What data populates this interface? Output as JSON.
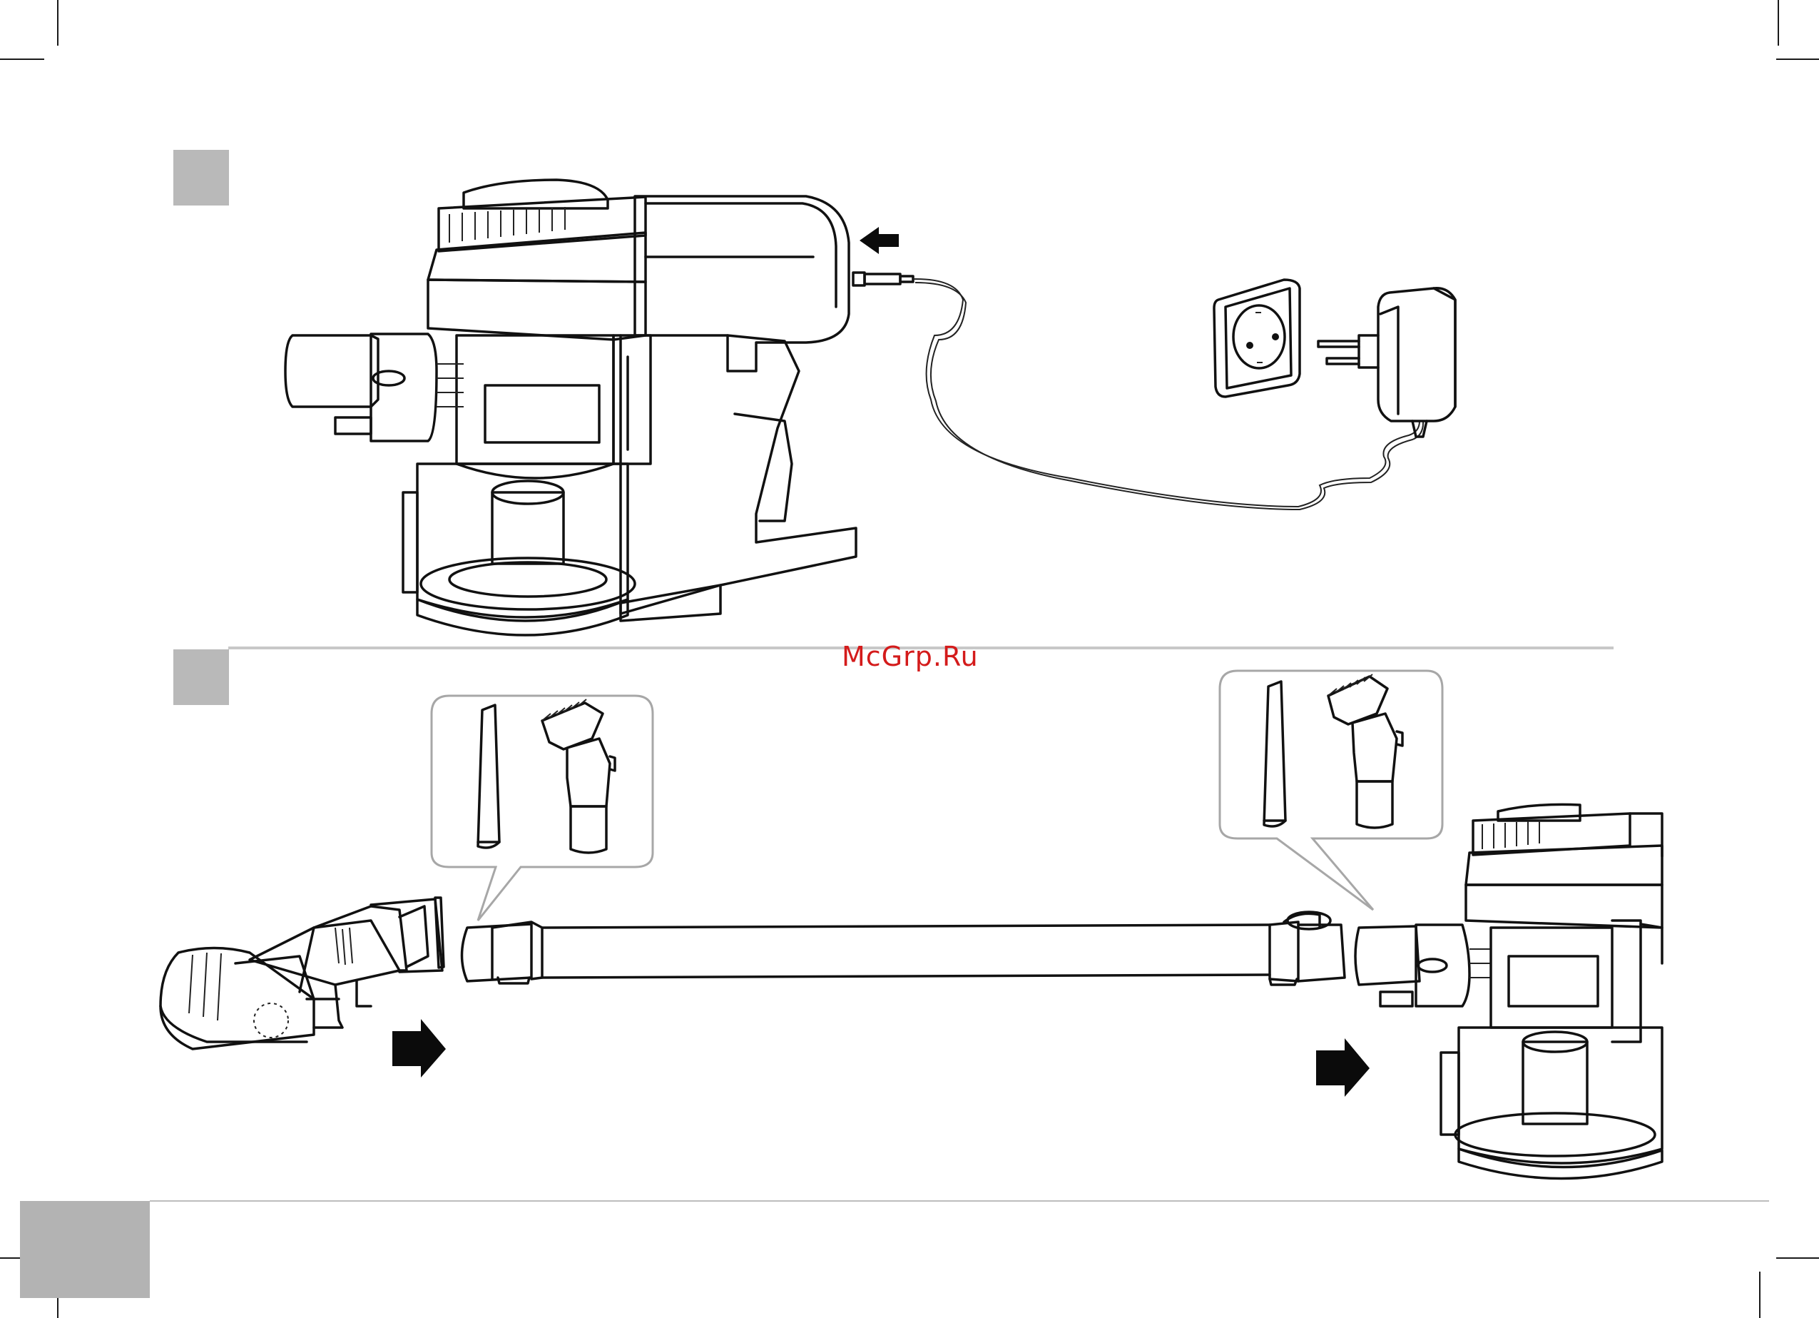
{
  "watermark": {
    "text": "McGrp.Ru"
  },
  "steps": [
    {
      "id": "step-1",
      "label": ""
    },
    {
      "id": "step-2",
      "label": ""
    }
  ],
  "illustrations": {
    "top": [
      "vacuum-main-unit",
      "charging-plug",
      "wall-socket",
      "power-adapter",
      "insert-arrow"
    ],
    "bottom": [
      "floor-brush-head",
      "extension-tube",
      "crevice-tool",
      "brush-tool",
      "vacuum-main-unit",
      "attach-arrow"
    ]
  },
  "colors": {
    "line": "#111111",
    "step_box": "#b9b9b9",
    "separator": "#c8c8c8",
    "watermark": "#d41b1b",
    "page_box": "#b3b3b3"
  }
}
